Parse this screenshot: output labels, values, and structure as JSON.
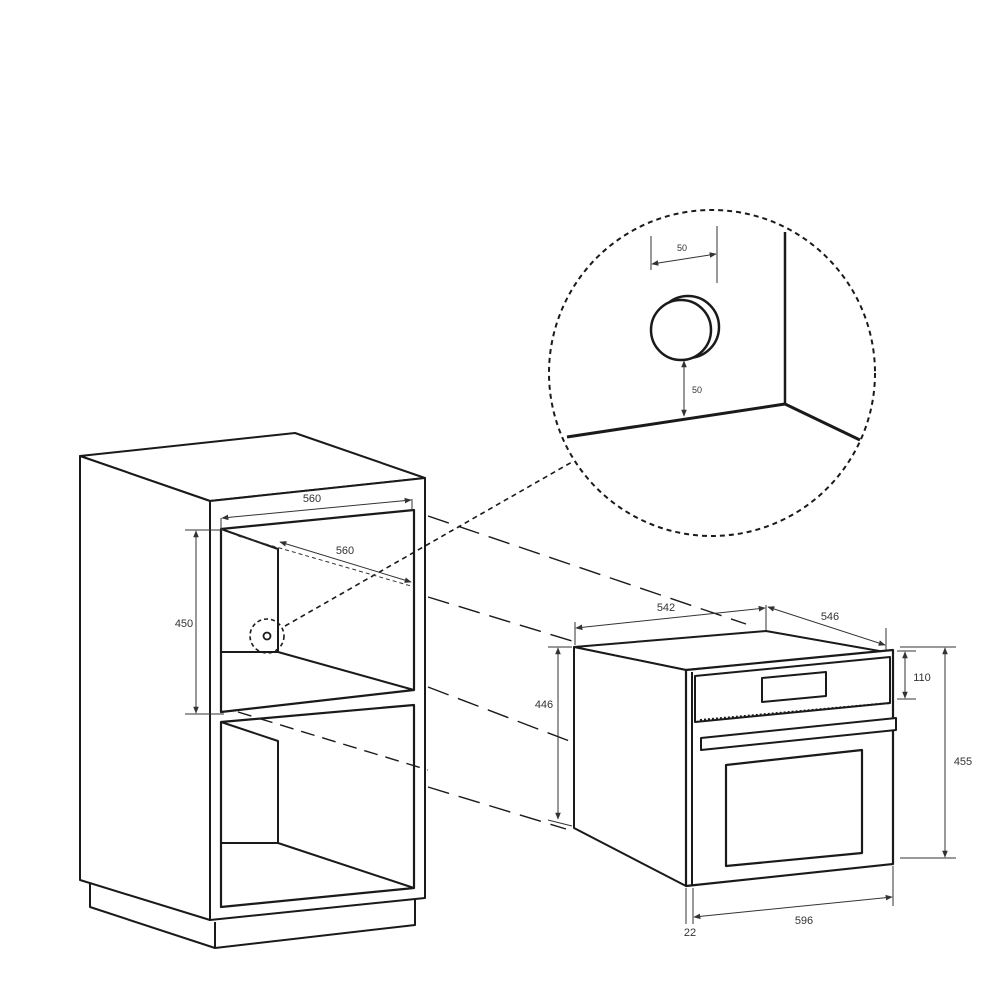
{
  "diagram": {
    "colors": {
      "line": "#1a1a1a",
      "dim_line": "#333333",
      "background": "#ffffff"
    },
    "cabinet": {
      "width_label": "560",
      "depth_label": "560",
      "height_label": "450"
    },
    "detail": {
      "offset_x_label": "50",
      "offset_y_label": "50"
    },
    "oven": {
      "depth_label": "542",
      "side_depth_label": "546",
      "body_height_label": "446",
      "panel_height_label": "110",
      "total_height_label": "455",
      "width_label": "596",
      "front_thickness_label": "22"
    }
  }
}
